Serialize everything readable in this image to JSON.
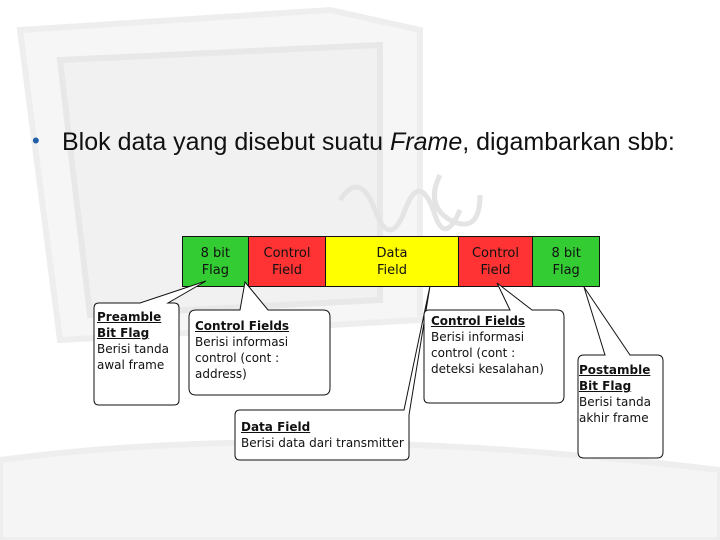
{
  "slide": {
    "bullet": {
      "text_before": "Blok data yang disebut suatu ",
      "emphasis": "Frame",
      "text_after": ", digambarkan sbb:"
    }
  },
  "frame_fields": [
    {
      "label": "8 bit\nFlag",
      "color": "#33cc33"
    },
    {
      "label": "Control\nField",
      "color": "#ff3333"
    },
    {
      "label": "Data\nField",
      "color": "#ffff00"
    },
    {
      "label": "Control\nField",
      "color": "#ff3333"
    },
    {
      "label": "8 bit\nFlag",
      "color": "#33cc33"
    }
  ],
  "callouts": {
    "preamble": {
      "title": "Preamble\nBit Flag",
      "body": "Berisi tanda\nawal frame"
    },
    "control_left": {
      "title": "Control Fields",
      "body": "Berisi informasi\ncontrol (cont :\naddress)"
    },
    "data": {
      "title": "Data Field",
      "body": "Berisi data dari transmitter"
    },
    "control_right": {
      "title": "Control Fields",
      "body": "Berisi informasi\ncontrol (cont :\ndeteksi kesalahan)"
    },
    "postamble": {
      "title": "Postamble\nBit Flag",
      "body": "Berisi tanda\nakhir frame"
    }
  }
}
